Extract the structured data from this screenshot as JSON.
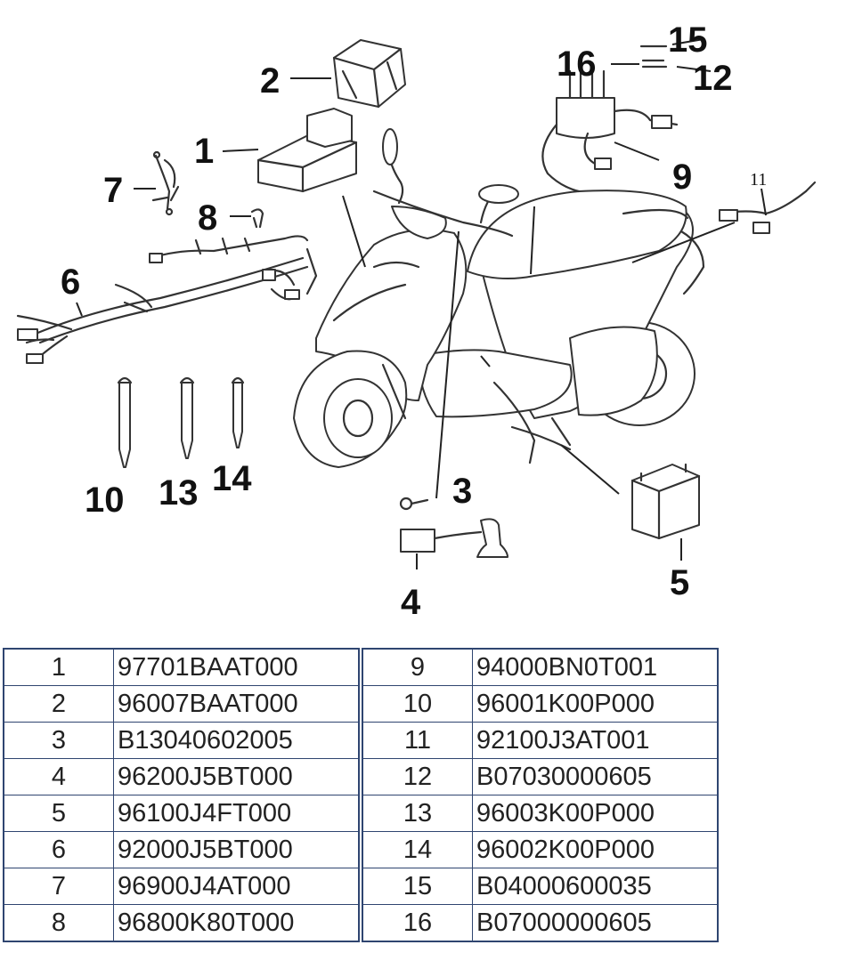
{
  "callouts": [
    "1",
    "2",
    "3",
    "4",
    "5",
    "6",
    "7",
    "8",
    "9",
    "10",
    "11",
    "12",
    "13",
    "14",
    "15",
    "16"
  ],
  "parts": [
    {
      "num": "1",
      "code": "97701BAAT000"
    },
    {
      "num": "2",
      "code": "96007BAAT000"
    },
    {
      "num": "3",
      "code": "B13040602005"
    },
    {
      "num": "4",
      "code": "96200J5BT000"
    },
    {
      "num": "5",
      "code": "96100J4FT000"
    },
    {
      "num": "6",
      "code": "92000J5BT000"
    },
    {
      "num": "7",
      "code": "96900J4AT000"
    },
    {
      "num": "8",
      "code": "96800K80T000"
    },
    {
      "num": "9",
      "code": "94000BN0T001"
    },
    {
      "num": "10",
      "code": "96001K00P000"
    },
    {
      "num": "11",
      "code": "92100J3AT001"
    },
    {
      "num": "12",
      "code": "B07030000605"
    },
    {
      "num": "13",
      "code": "96003K00P000"
    },
    {
      "num": "14",
      "code": "96002K00P000"
    },
    {
      "num": "15",
      "code": "B04000600035"
    },
    {
      "num": "16",
      "code": "B07000000605"
    }
  ]
}
